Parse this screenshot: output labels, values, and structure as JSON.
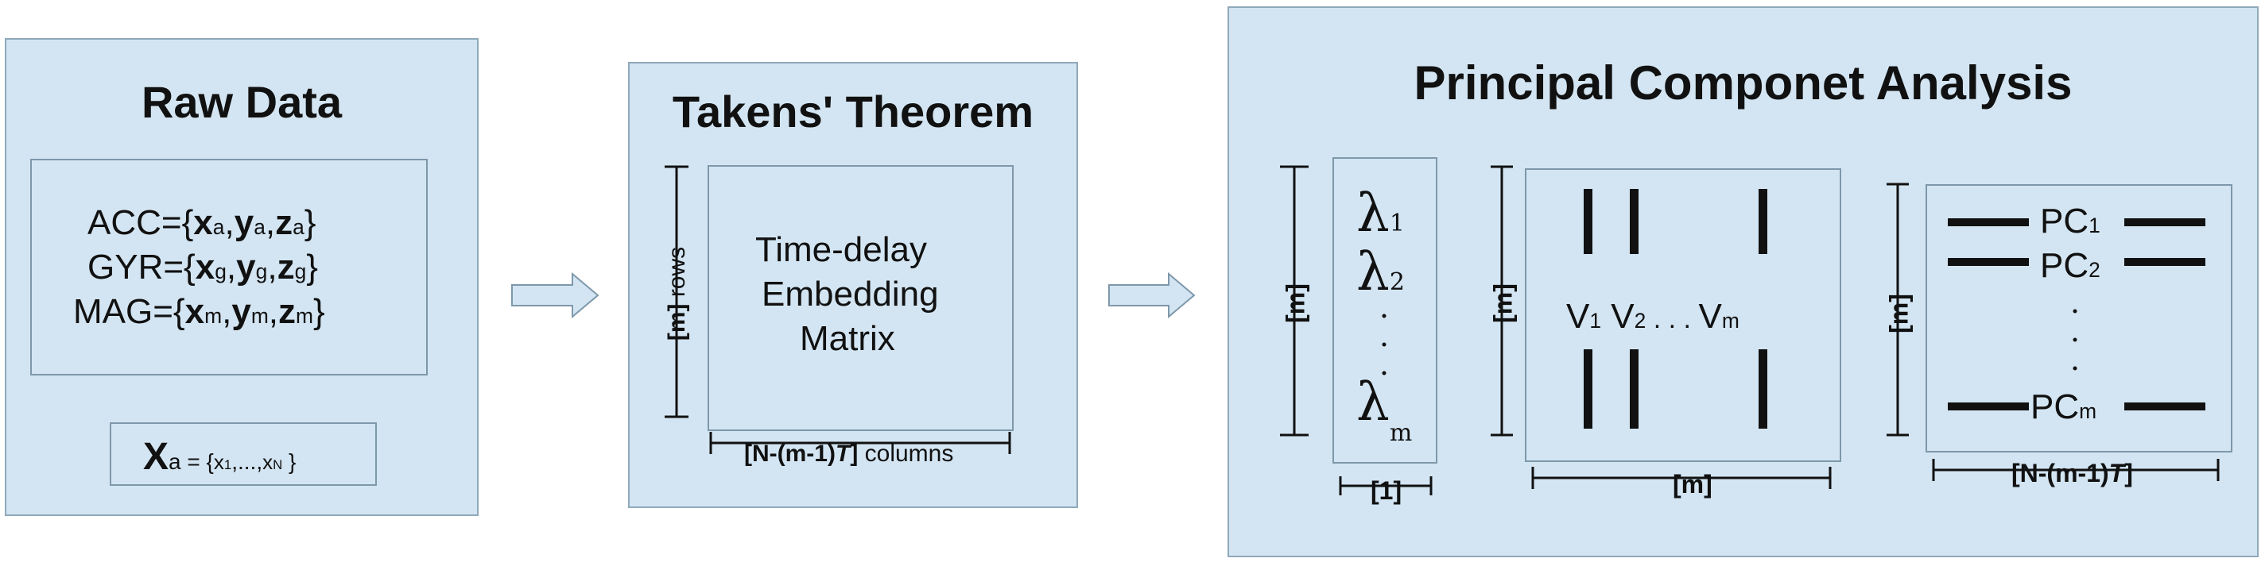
{
  "colors": {
    "panel_fill": "#d3e5f2",
    "panel_border": "#8fa9bb",
    "arrow_fill": "#d3e5f2"
  },
  "raw": {
    "title": "Raw Data",
    "acc": {
      "prefix": "ACC={",
      "x": "x",
      "xs": "a",
      "y": "y",
      "ys": "a",
      "z": "z",
      "zs": "a",
      "suffix": "}"
    },
    "gyr": {
      "prefix": "GYR={",
      "x": "x",
      "xs": "g",
      "y": "y",
      "ys": "g",
      "z": "z",
      "zs": "g",
      "suffix": "}"
    },
    "mag": {
      "prefix": "MAG={",
      "x": "x",
      "xs": "m",
      "y": "y",
      "ys": "m",
      "z": "z",
      "zs": "m",
      "suffix": "}"
    },
    "series": {
      "x": "X",
      "xs": "a",
      "eq": " = {",
      "x1": "x",
      "x1s": "1",
      "dots": ",...,",
      "xn": "x",
      "xns": "N",
      "close": " }"
    }
  },
  "takens": {
    "title": "Takens' Theorem",
    "matrix_line1": "Time-delay",
    "matrix_line2": "Embedding",
    "matrix_line3": "Matrix",
    "rows_m": "[m]",
    "rows_word": " rows",
    "cols_bold": "[N-(m-1)",
    "cols_T": "T",
    "cols_close": "]",
    "cols_word": " columns"
  },
  "pca": {
    "title": "Principal Componet Analysis",
    "lambda": "λ",
    "l1": "1",
    "l2": "2",
    "lm": "m",
    "vdim": "[m]",
    "lambda_width": "[1]",
    "v_labels": {
      "v": "V",
      "s1": "1",
      "s2": "2",
      "dots": " . . . ",
      "sm": "m"
    },
    "v_height": "[m]",
    "v_width": "[m]",
    "pc": "PC",
    "pc1": "1",
    "pc2": "2",
    "pcm": "m",
    "pc_height": "[m]",
    "pc_width_bold": "[N-(m-1)",
    "pc_width_T": "T",
    "pc_width_close": "]"
  }
}
